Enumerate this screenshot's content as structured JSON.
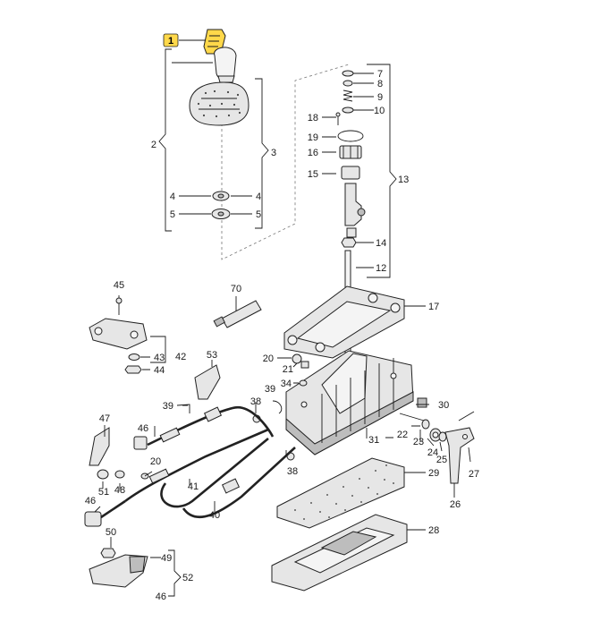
{
  "colors": {
    "highlight": "#ffd84a",
    "line": "#1a1a1a",
    "part_fill": "#e6e6e6",
    "part_dark": "#bdbdbd"
  },
  "labels": {
    "l1": "1",
    "l2": "2",
    "l3": "3",
    "l4a": "4",
    "l4b": "4",
    "l5a": "5",
    "l5b": "5",
    "l7": "7",
    "l8": "8",
    "l9": "9",
    "l10": "10",
    "l12": "12",
    "l13": "13",
    "l14": "14",
    "l15": "15",
    "l16": "16",
    "l17": "17",
    "l18": "18",
    "l19": "19",
    "l20a": "20",
    "l20b": "20",
    "l21": "21",
    "l22": "22",
    "l23": "23",
    "l24": "24",
    "l25": "25",
    "l26": "26",
    "l27": "27",
    "l28": "28",
    "l29": "29",
    "l30": "30",
    "l31": "31",
    "l34": "34",
    "l38a": "38",
    "l38b": "38",
    "l39a": "39",
    "l39b": "39",
    "l40": "40",
    "l41": "41",
    "l42": "42",
    "l43": "43",
    "l44": "44",
    "l45": "45",
    "l46a": "46",
    "l46b": "46",
    "l46c": "46",
    "l47": "47",
    "l48": "48",
    "l49": "49",
    "l50": "50",
    "l51": "51",
    "l52": "52",
    "l53": "53",
    "l70": "70"
  }
}
